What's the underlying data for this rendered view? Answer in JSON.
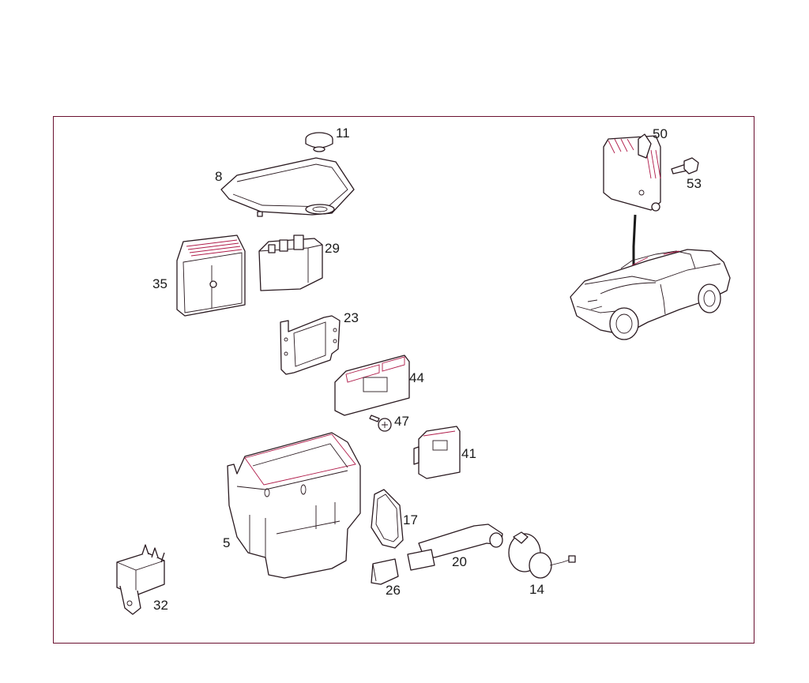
{
  "diagram": {
    "frame_color": "#6a1030",
    "line_color": "#2a1a20",
    "accent_color": "#b01c4a",
    "callouts": [
      "11",
      "8",
      "29",
      "35",
      "23",
      "44",
      "47",
      "41",
      "17",
      "5",
      "20",
      "14",
      "26",
      "32",
      "50",
      "53"
    ]
  }
}
